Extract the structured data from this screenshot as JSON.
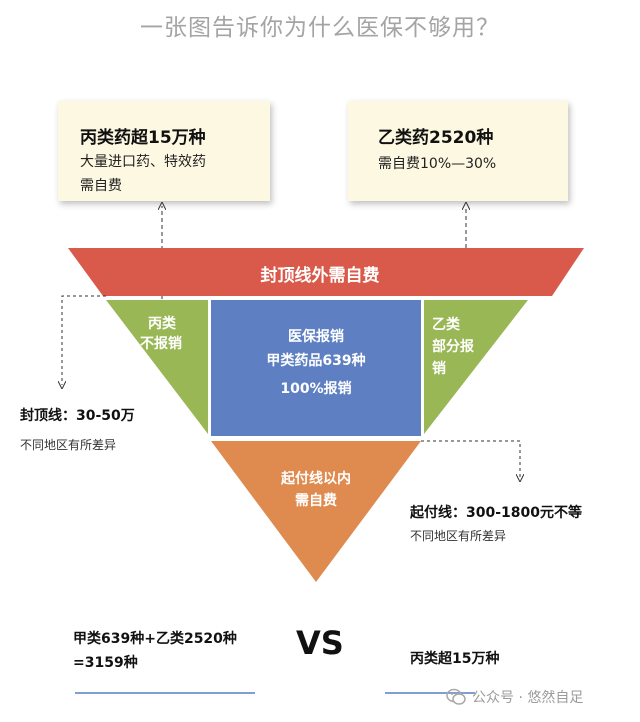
{
  "title": "一张图告诉你为什么医保不够用？",
  "notes": {
    "left": {
      "head": "丙类药超15万种",
      "line1": "大量进口药、特效药",
      "line2": "需自费"
    },
    "right": {
      "head": "乙类药2520种",
      "line1": "需自费10%—30%"
    }
  },
  "diagram": {
    "top_band": "封顶线外需自费",
    "left_wing": [
      "丙类",
      "不报销"
    ],
    "center": [
      "医保报销",
      "甲类药品639种",
      "100%报销"
    ],
    "right_wing": [
      "乙类",
      "部分报",
      "销"
    ],
    "bottom": [
      "起付线以内",
      "需自费"
    ]
  },
  "labels": {
    "cap": {
      "head": "封顶线：30-50万",
      "sub": "不同地区有所差异"
    },
    "deductible": {
      "head": "起付线：300-1800元不等",
      "sub": "不同地区有所差异"
    }
  },
  "footer": {
    "left_line1": "甲类639种+乙类2520种",
    "left_line2": "=3159种",
    "vs": "VS",
    "right": "丙类超15万种"
  },
  "watermark": {
    "icon": "wechat-icon",
    "text": "公众号 · 悠然自足"
  },
  "colors": {
    "red": "#d95a4a",
    "green": "#9ab756",
    "blue": "#5e80c3",
    "orange": "#df8b4f",
    "note_bg": "#fdf8e2"
  }
}
